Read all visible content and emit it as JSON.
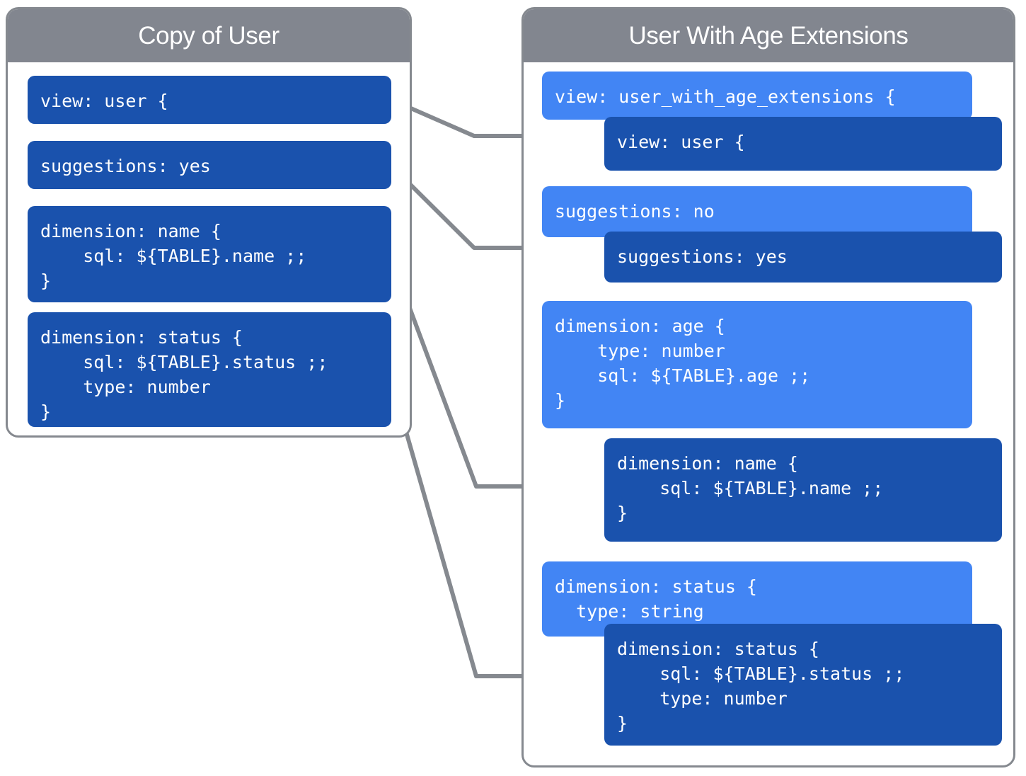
{
  "colors": {
    "header_gray": "#82868f",
    "panel_border": "#85898f",
    "block_dark_blue": "#1a52ad",
    "block_light_blue": "#4285f4",
    "connector_gray": "#85898f",
    "text_white": "#ffffff",
    "background": "#ffffff"
  },
  "left_panel": {
    "title": "Copy of User",
    "blocks": [
      {
        "id": "left-view",
        "shade": "dark",
        "text": "view: user {"
      },
      {
        "id": "left-suggest",
        "shade": "dark",
        "text": "suggestions: yes"
      },
      {
        "id": "left-dim-name",
        "shade": "dark",
        "text": "dimension: name {\n    sql: ${TABLE}.name ;;\n}"
      },
      {
        "id": "left-dim-status",
        "shade": "dark",
        "text": "dimension: status {\n    sql: ${TABLE}.status ;;\n    type: number\n}"
      }
    ]
  },
  "right_panel": {
    "title": "User With Age Extensions",
    "blocks": [
      {
        "id": "right-view-ext",
        "shade": "light",
        "text": "view: user_with_age_extensions {"
      },
      {
        "id": "right-view-user",
        "shade": "dark",
        "text": "view: user {"
      },
      {
        "id": "right-suggest-no",
        "shade": "light",
        "text": "suggestions: no"
      },
      {
        "id": "right-suggest-yes",
        "shade": "dark",
        "text": "suggestions: yes"
      },
      {
        "id": "right-dim-age",
        "shade": "light",
        "text": "dimension: age {\n    type: number\n    sql: ${TABLE}.age ;;\n}"
      },
      {
        "id": "right-dim-name",
        "shade": "dark",
        "text": "dimension: name {\n    sql: ${TABLE}.name ;;\n}"
      },
      {
        "id": "right-dim-status-l",
        "shade": "light",
        "text": "dimension: status {\n  type: string"
      },
      {
        "id": "right-dim-status-d",
        "shade": "dark",
        "text": "dimension: status {\n    sql: ${TABLE}.status ;;\n    type: number\n}"
      }
    ]
  },
  "connectors": [
    {
      "id": "view-link",
      "from": "left-view",
      "to": "right-view-user"
    },
    {
      "id": "suggest-link",
      "from": "left-suggest",
      "to": "right-suggest-yes"
    },
    {
      "id": "name-link",
      "from": "left-dim-name",
      "to": "right-dim-name"
    },
    {
      "id": "status-link",
      "from": "left-dim-status",
      "to": "right-dim-status-d"
    }
  ]
}
